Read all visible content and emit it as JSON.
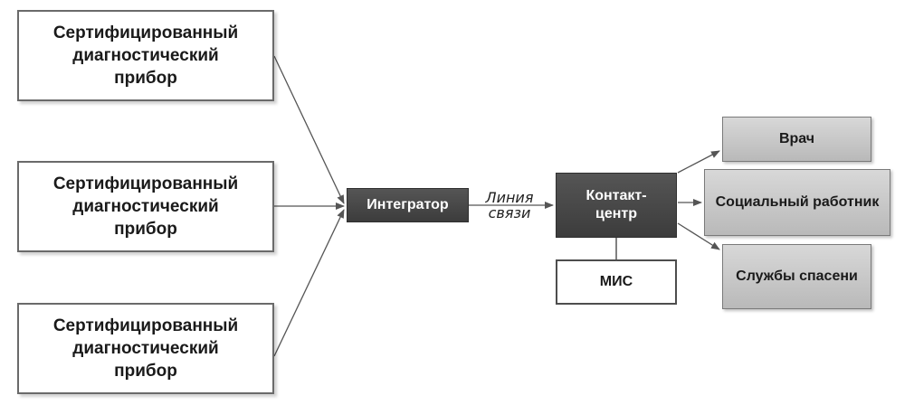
{
  "devices": [
    {
      "lines": [
        "Сертифицированный",
        "диагностический",
        "прибор"
      ]
    },
    {
      "lines": [
        "Сертифицированный",
        "диагностический",
        "прибор"
      ]
    },
    {
      "lines": [
        "Сертифицированный",
        "диагностический",
        "прибор"
      ]
    }
  ],
  "integrator": {
    "label": "Интегратор"
  },
  "link": {
    "line1": "Линия",
    "line2": "связи"
  },
  "contact_center": {
    "line1": "Контакт-",
    "line2": "центр"
  },
  "mis": {
    "label": "МИС"
  },
  "recipients": [
    {
      "label": "Врач"
    },
    {
      "label": "Социальный работник"
    },
    {
      "label": "Службы спасени"
    }
  ],
  "colors": {
    "dark_box": "#474747",
    "grey_box": "#c8c8c8",
    "line": "#555555"
  }
}
